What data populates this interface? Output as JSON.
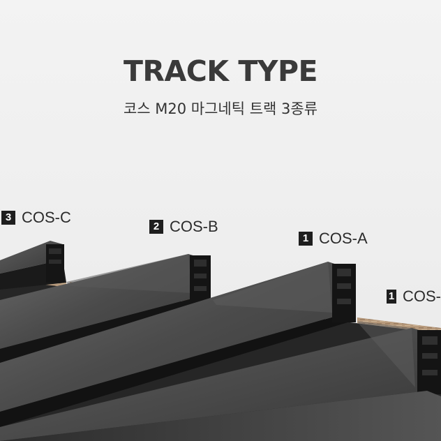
{
  "heading": {
    "title": "TRACK TYPE",
    "subtitle": "코스 M20 마그네틱 트랙 3종류"
  },
  "tracks": [
    {
      "number": "3",
      "name": "COS-C"
    },
    {
      "number": "2",
      "name": "COS-B"
    },
    {
      "number": "1",
      "name": "COS-A"
    },
    {
      "number": "1",
      "name": "COS-"
    }
  ],
  "colors": {
    "background": "#efefef",
    "heading": "#3a3a3a",
    "badge": "#1e1e1e",
    "track_body": "#4a4a4a",
    "track_edge": "#111111",
    "wood": "#b89a7a"
  }
}
